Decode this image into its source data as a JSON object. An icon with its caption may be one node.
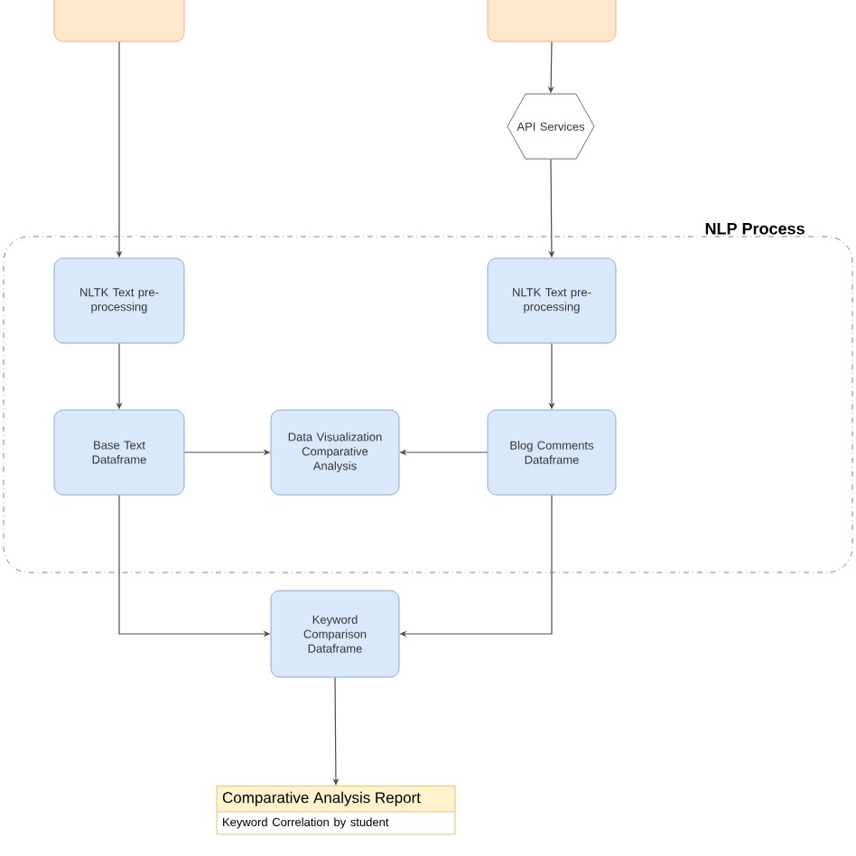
{
  "diagram": {
    "nodes": [
      {
        "text": [],
        "shape": "box"
      },
      {
        "text": [],
        "shape": "box"
      },
      {
        "text": [
          "API Services"
        ]
      },
      {
        "text": [
          "NLP Process"
        ]
      },
      {
        "text": [
          "NLTK Text pre-processing"
        ],
        "in": 3
      },
      {
        "text": [
          "NLTK Text pre-processing"
        ],
        "in": 3
      },
      {
        "text": [
          "Base Text Dataframe"
        ],
        "in": 3
      },
      {
        "text": [
          "Data Visualization Comparative Analysis"
        ],
        "in": 3
      },
      {
        "text": [
          "Blog Comments Dataframe"
        ],
        "in": 3
      },
      {
        "text": [
          "Keyword Comparison Dataframe"
        ]
      },
      {
        "text": [
          "Comparative Analysis Report",
          "Keyword Correlation by student"
        ]
      }
    ],
    "edges": [
      {
        "from": 0,
        "to": 4,
        "arrow": "to"
      },
      {
        "from": 1,
        "to": 2,
        "arrow": "to"
      },
      {
        "from": 2,
        "to": 5,
        "arrow": "to"
      },
      {
        "from": 4,
        "to": 6,
        "arrow": "to"
      },
      {
        "from": 5,
        "to": 8,
        "arrow": "to"
      },
      {
        "from": 6,
        "to": 7,
        "arrow": "to"
      },
      {
        "from": 8,
        "to": 7,
        "arrow": "to"
      },
      {
        "from": 6,
        "to": 9,
        "arrow": "to"
      },
      {
        "from": 8,
        "to": 9,
        "arrow": "to"
      },
      {
        "from": 9,
        "to": 10,
        "arrow": "to"
      }
    ]
  }
}
